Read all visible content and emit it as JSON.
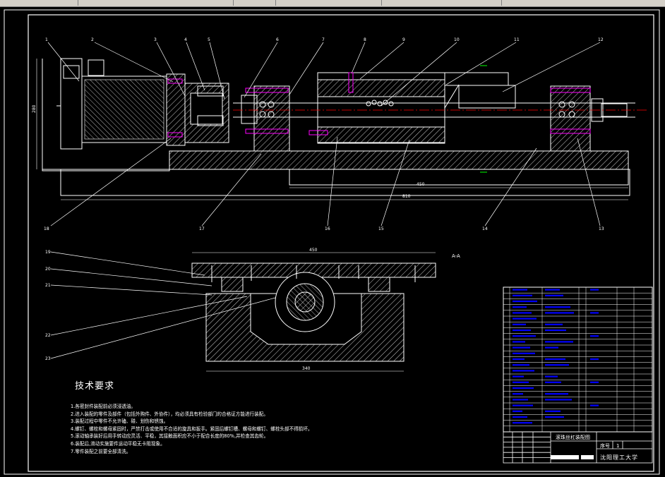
{
  "drawing": {
    "section_label": "A-A",
    "dims": {
      "height_left": "280",
      "inner_length": "450",
      "overall_length": "810",
      "section_width": "450",
      "section_base": "340"
    },
    "callouts_top": [
      "1",
      "2",
      "3",
      "4",
      "5",
      "6",
      "7",
      "8",
      "9",
      "10",
      "11",
      "12"
    ],
    "callouts_bottom": [
      "18",
      "17",
      "16",
      "15",
      "14",
      "13"
    ],
    "callouts_section": [
      "19",
      "20",
      "21",
      "22",
      "23"
    ]
  },
  "tech_req": {
    "title": "技术要求",
    "lines": [
      "1.各密封件装配前必须浸透油。",
      "2.进入装配的零件及部件（包括外购件、外协件），均必须具有检验部门的合格证方能进行装配。",
      "3.装配过程中零件不允许磕、碰、划伤和锈蚀。",
      "4.螺钉、螺栓和螺母紧固时，严禁打击或使用不合适的旋具和扳手。紧固后螺钉槽、螺母和螺钉、螺栓头部不得损坏。",
      "5.滚动轴承装好后用手转动应灵活、平稳，其接触面积应不小于配合长度的80%,并检查其齿轮。",
      "6.装配后,滑动实施要件运动平稳无卡阻现象。",
      "7.零件装配之前要全部清洗。"
    ]
  },
  "title_block": {
    "drawing_name": "滚珠丝杠装配图",
    "seq_label": "序号",
    "seq_value": "1",
    "school": "沈阳理工大学"
  },
  "colors": {
    "outline": "#ffffff",
    "hatch": "#ffffff",
    "centerline": "#ff0000",
    "bom_text": "#0000ff",
    "bom_accent": "#ff00ff"
  }
}
